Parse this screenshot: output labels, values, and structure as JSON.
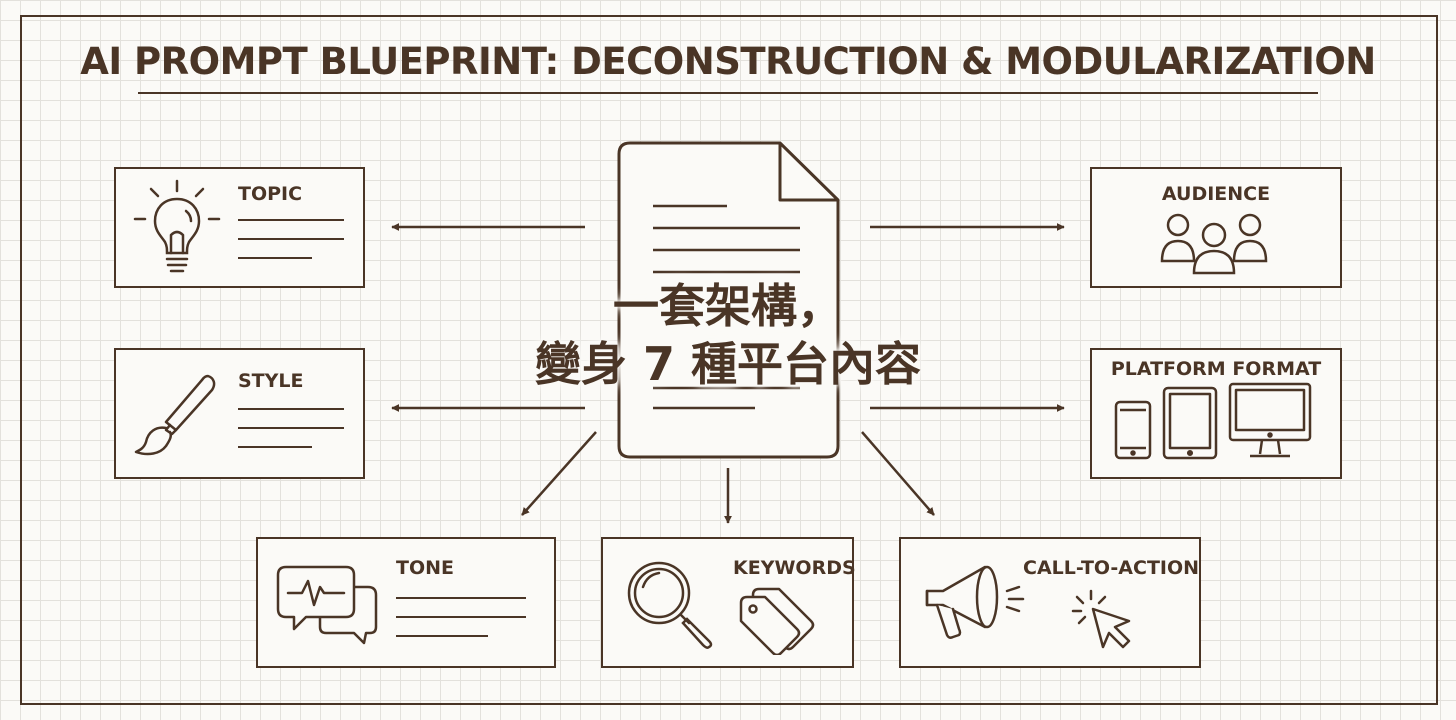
{
  "title": "AI PROMPT BLUEPRINT: DECONSTRUCTION & MODULARIZATION",
  "center": {
    "line1": "一套架構，",
    "line2": "變身 7 種平台內容"
  },
  "modules": {
    "topic": {
      "label": "TOPIC",
      "icon": "lightbulb-icon"
    },
    "style": {
      "label": "STYLE",
      "icon": "paintbrush-icon"
    },
    "audience": {
      "label": "AUDIENCE",
      "icon": "people-icon"
    },
    "platform_format": {
      "label": "PLATFORM FORMAT",
      "icon": "devices-icon"
    },
    "tone": {
      "label": "TONE",
      "icon": "chat-bubbles-icon"
    },
    "keywords": {
      "label": "KEYWORDS",
      "icon": "magnifier-tags-icon"
    },
    "call_to_action": {
      "label": "CALL-TO-ACTION",
      "icon": "megaphone-cursor-icon"
    }
  },
  "colors": {
    "ink": "#4a3526",
    "paper": "#fbfaf7",
    "grid": "#e3e1dc"
  }
}
